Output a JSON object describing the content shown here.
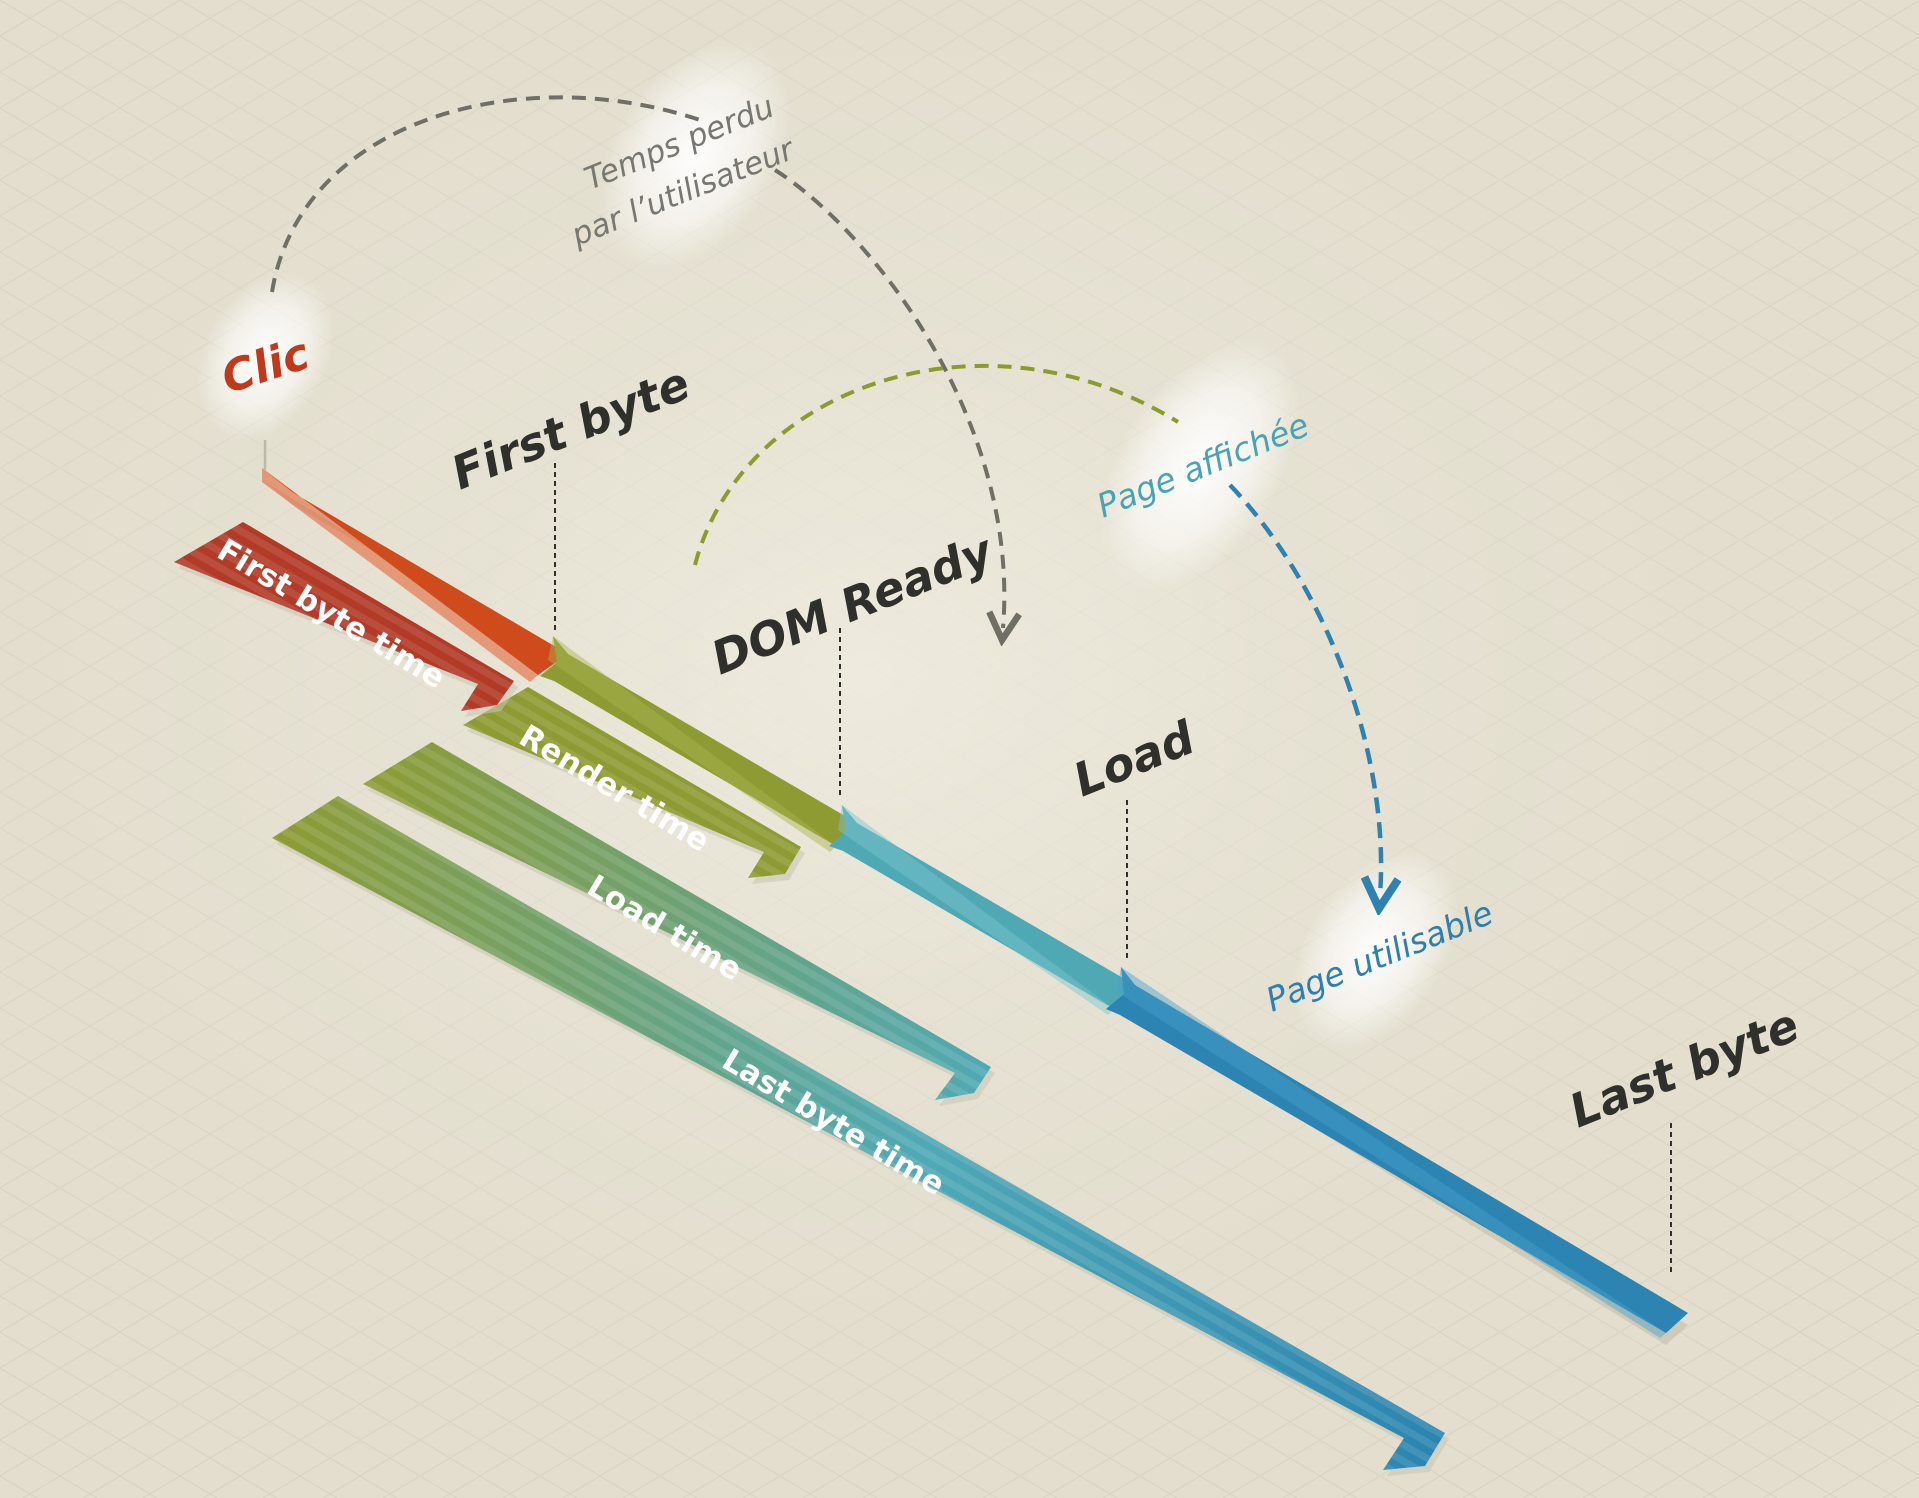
{
  "milestones": {
    "clic": "Clic",
    "first_byte": "First byte",
    "dom_ready": "DOM Ready",
    "load": "Load",
    "last_byte": "Last byte"
  },
  "annotations": {
    "temps_perdu_line1": "Temps perdu",
    "temps_perdu_line2": "par l’utilisateur",
    "page_affichee": "Page affichée",
    "page_utilisable": "Page utilisable"
  },
  "durations": {
    "first_byte_time": "First byte time",
    "render_time": "Render time",
    "load_time": "Load time",
    "last_byte_time": "Last byte time"
  },
  "colors": {
    "background": "#e4dfcf",
    "clic_red": "#c0391b",
    "first_byte_segment": "#cf4b1c",
    "first_byte_band": "#b23a27",
    "render_segment": "#8e9b32",
    "load_segment": "#4fa9b5",
    "last_byte_segment": "#2b84b1",
    "milestone_text": "#2f2f2b",
    "lost_time_text": "#787872",
    "page_affichee_text": "#4aa3b3",
    "page_utilisable_text": "#2e7fae",
    "arrow_grey": "#6f6f66",
    "arrow_green": "#8a9c2e",
    "arrow_blue": "#2f82b0"
  }
}
